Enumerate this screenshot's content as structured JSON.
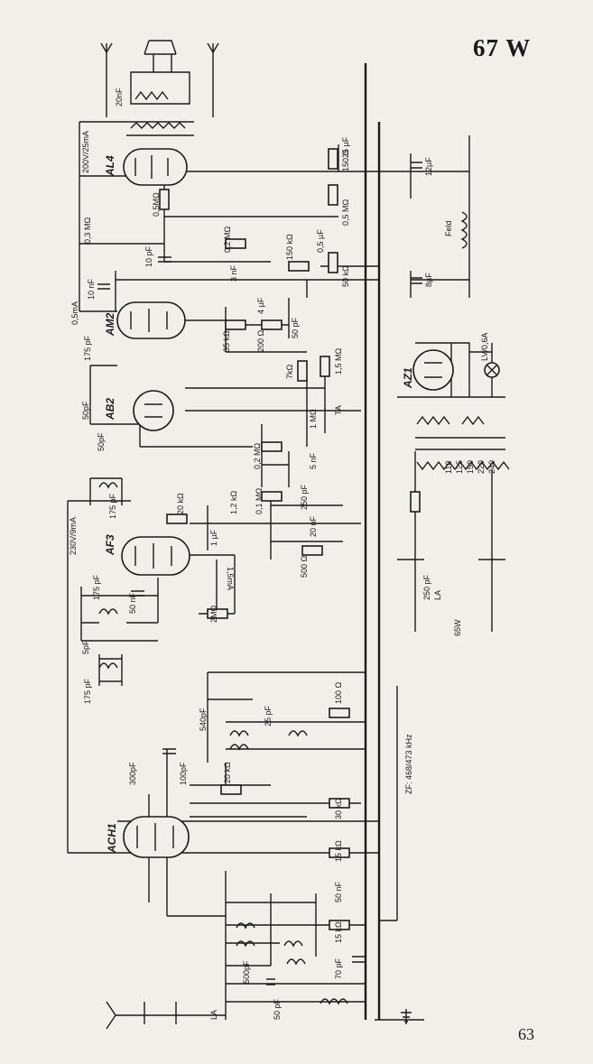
{
  "title": "67 W",
  "page_number": "63",
  "tubes": [
    "AL4",
    "AM2",
    "AB2",
    "AF3",
    "ACH1",
    "AZ1"
  ],
  "labels": {
    "c_20nF": "20nF",
    "al4_current": "200V/25mA",
    "c_25uF": "25 µF",
    "r_150": "150 Ω",
    "c_12uF": "12µF",
    "r_05M": "0,5MΩ",
    "feld": "Feld",
    "r_03M": "0,3 MΩ",
    "c_10pF_a": "10 pF",
    "r_02M_a": "0,2 MΩ",
    "r_05M_b": "0,5 MΩ",
    "c_05uF": "0,5 µF",
    "r_150k": "150 kΩ",
    "c_3nF": "3 nF",
    "c_8uF": "8µF",
    "r_50k_a": "50 kΩ",
    "am2_current": "0,5mA",
    "c_10nF_a": "10 nF",
    "c_4uF": "4 µF",
    "c_50pF_a": "50 pF",
    "r_35k": "35 kΩ",
    "r_200": "200 Ω",
    "c_175pF_a": "175 pF",
    "r_7k": "7kΩ",
    "r_15M": "1,5 MΩ",
    "lv": "LV/0,6A",
    "c_50pF_b": "50pF",
    "c_50pF_c": "50pF",
    "r_1M": "1 MΩ",
    "ta": "TA",
    "r_02M_b": "0,2 MΩ",
    "c_5nF": "5 nF",
    "mains_110": "110",
    "mains_125": "125",
    "mains_150": "150",
    "mains_220": "220",
    "mains_240": "240",
    "c_175pF_b": "175 pF",
    "r_20k_a": "20 kΩ",
    "r_12k": "1,2 kΩ",
    "r_01M": "0,1 MΩ",
    "c_250pF_a": "250 pF",
    "af3_current": "230V/9mA",
    "c_1uF": "1 µF",
    "af3_current_b": "1,5mA",
    "c_20nF_b": "20 nF",
    "r_500": "500 Ω",
    "c_175pF_c": "175 pF",
    "c_50nF": "50 nF",
    "r_2M": "2MΩ",
    "c_250pF_b": "250 pF",
    "la": "LA",
    "watt": "65W",
    "c_5pF": "5pF",
    "c_175pF_d": "175 pF",
    "c_540pF": "540pF",
    "c_25pF": "25 pF",
    "r_100": "100 Ω",
    "zf": "ZF: 468/473 kHz",
    "c_300pF": "300pF",
    "c_100pF": "100pF",
    "r_20k_b": "20 kΩ",
    "r_30k": "30 kΩ",
    "r_15k": "15 kΩ",
    "c_50nF_b": "50 nF",
    "r_15k_b": "15 kΩ",
    "c_500pF": "500pF",
    "c_70pF": "70 pF",
    "c_50pF_d": "50 pF",
    "aerial_la": "LA"
  }
}
